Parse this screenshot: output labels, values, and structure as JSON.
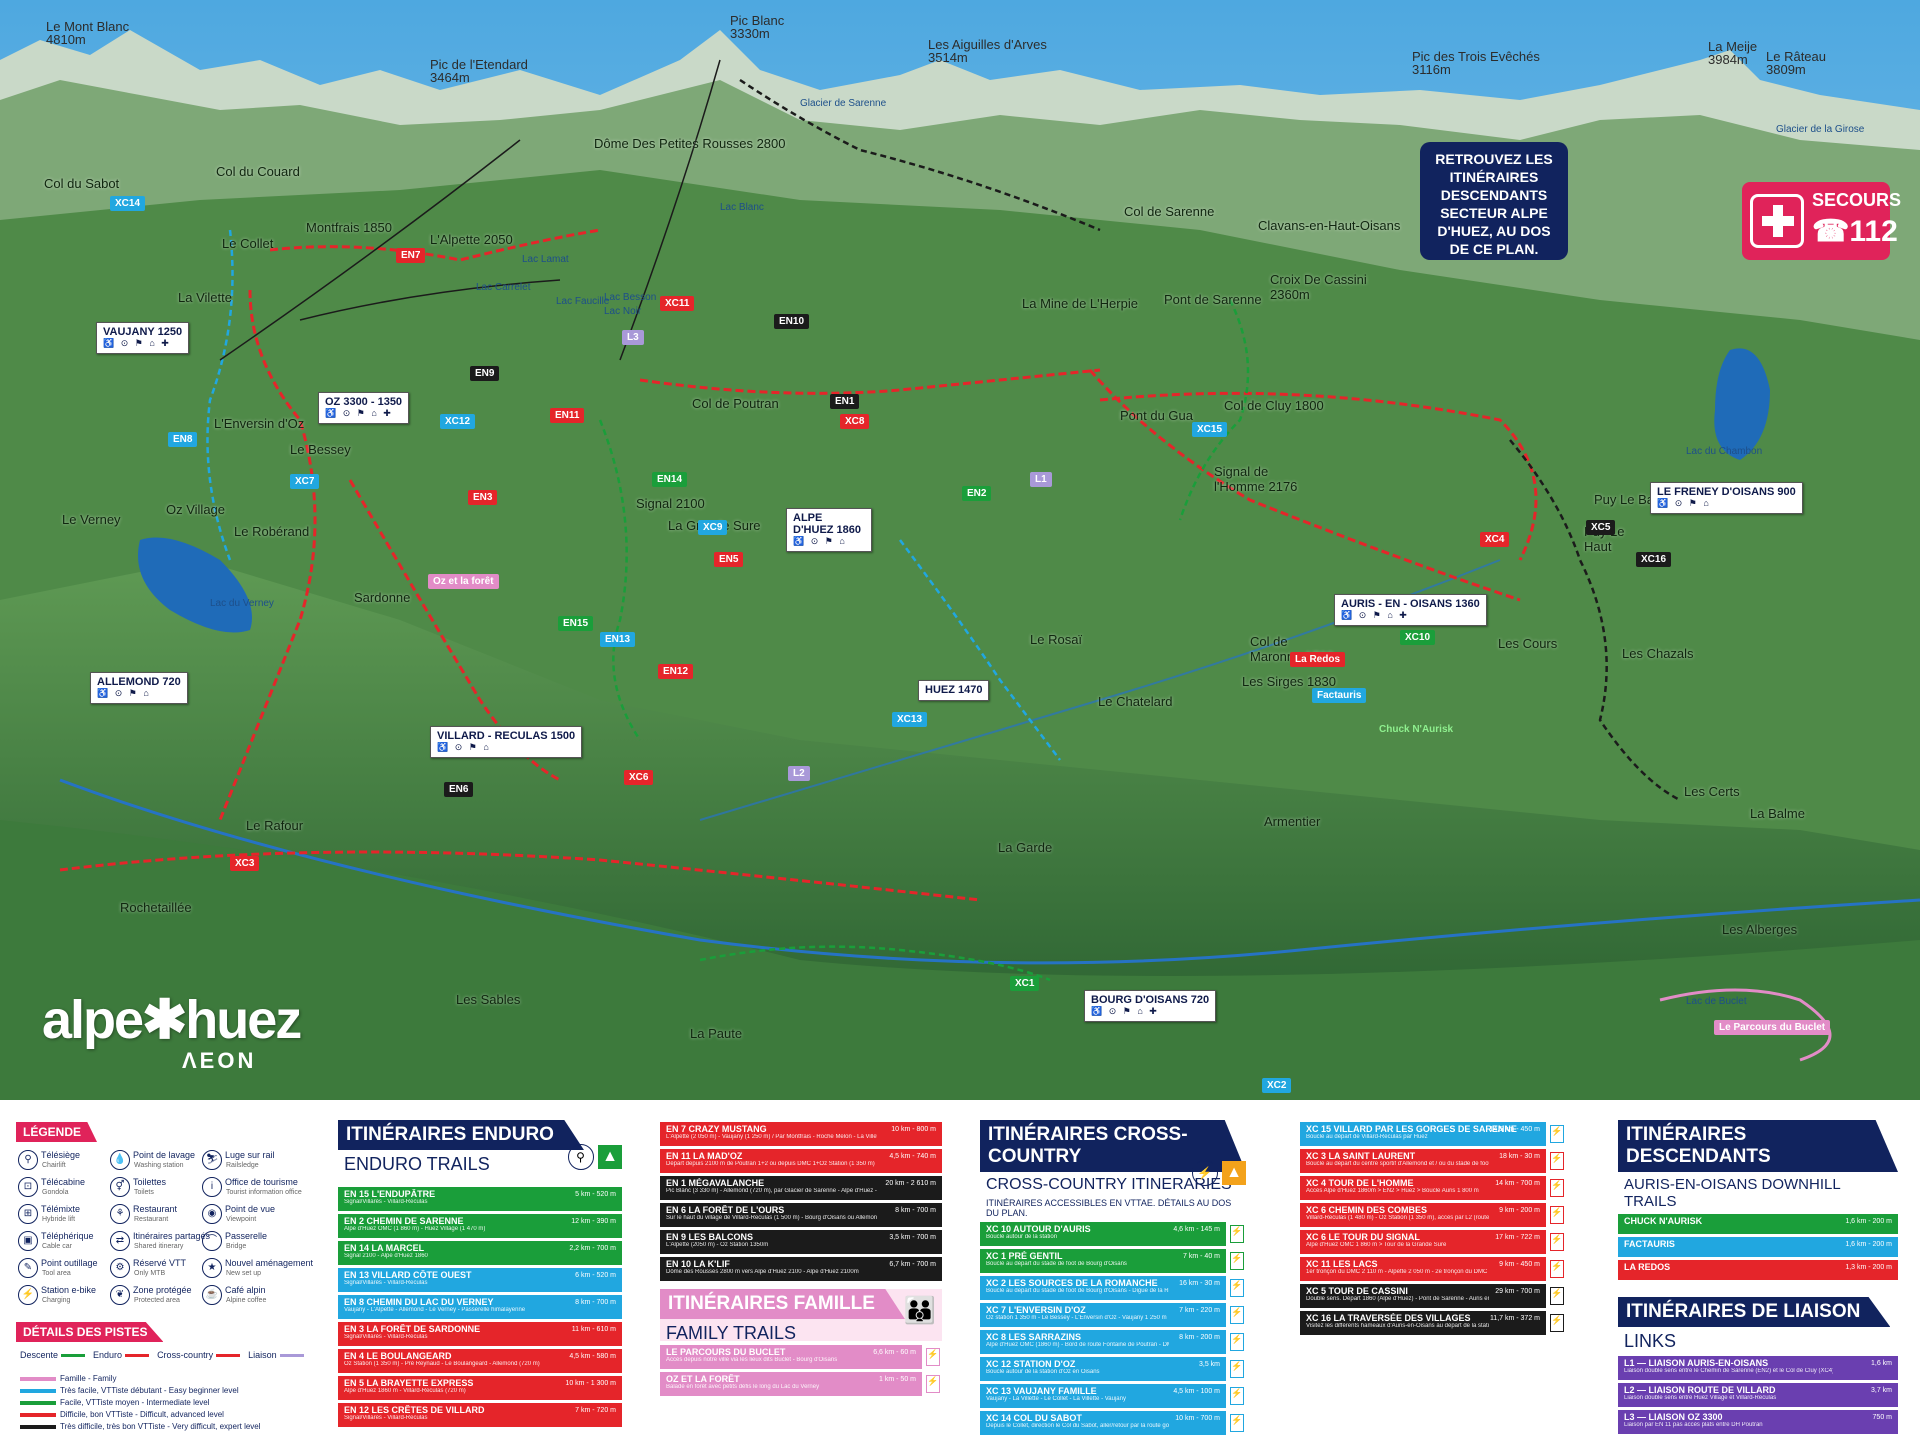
{
  "colors": {
    "navy": "#11235e",
    "green": "#1a9e3a",
    "red": "#e5252a",
    "blue": "#21a7e0",
    "black": "#1b1b1b",
    "pink": "#e28cc7",
    "purple": "#6a3fb0",
    "sos": "#e0235a"
  },
  "peaks": [
    {
      "name": "Le Mont Blanc",
      "alt": "4810m"
    },
    {
      "name": "Pic de l'Etendard",
      "alt": "3464m"
    },
    {
      "name": "Pic Blanc",
      "alt": "3330m"
    },
    {
      "name": "Les Aiguilles d'Arves",
      "alt": "3514m"
    },
    {
      "name": "Pic des Trois Evêchés",
      "alt": "3116m"
    },
    {
      "name": "La Meije",
      "alt": "3984m"
    },
    {
      "name": "Le Râteau",
      "alt": "3809m"
    }
  ],
  "places": [
    "Col du Sabot",
    "Col du Couard",
    "Le Collet",
    "Montfrais 1850",
    "L'Alpette 2050",
    "Dôme Des Petites Rousses 2800",
    "La Vilette",
    "Col de Sarenne",
    "Clavans-en-Haut-Oisans",
    "Croix De Cassini 2360m",
    "Pont de Sarenne",
    "La Mine de L'Herpie",
    "Col de Poutran",
    "L'Enversin d'Oz",
    "Le Bessey",
    "Oz Village",
    "Le Verney",
    "Le Robérand",
    "Signal 2100",
    "La Grande Sure",
    "Pont du Gua",
    "Col de Cluy 1800",
    "Signal de l'Homme 2176",
    "Puy Le Bas",
    "Puy Le Haut",
    "Sardonne",
    "Le Rosaï",
    "Le Chatelard",
    "Col de Maronne 1700",
    "Les Sirges 1830",
    "Les Cours",
    "Les Chazals",
    "Les Certs",
    "La Balme",
    "Le Rafour",
    "La Garde",
    "Armentier",
    "Rochetaillée",
    "Les Sables",
    "La Paute",
    "Les Alberges"
  ],
  "water": [
    "Glacier de Sarenne",
    "Glacier de la Girose",
    "Lac Blanc",
    "Lac Carrelet",
    "Lac Lamat",
    "Lac Faucille",
    "Lac Besson",
    "Lac Noir",
    "Lac du Verney",
    "Lac du Chambon",
    "Lac de Buclet"
  ],
  "stations": [
    {
      "name": "VAUJANY 1250",
      "icons": "♿ ⊙ ⚑ ⌂ ✚"
    },
    {
      "name": "OZ 3300 - 1350",
      "icons": "♿ ⊙ ⚑ ⌂ ✚"
    },
    {
      "name": "ALPE D'HUEZ 1860",
      "icons": "♿ ⊙ ⚑ ⌂"
    },
    {
      "name": "ALLEMOND 720",
      "icons": "♿ ⊙ ⚑ ⌂"
    },
    {
      "name": "VILLARD - RECULAS 1500",
      "icons": "♿ ⊙ ⚑ ⌂"
    },
    {
      "name": "HUEZ 1470",
      "icons": ""
    },
    {
      "name": "AURIS - EN - OISANS 1360",
      "icons": "♿ ⊙ ⚑ ⌂ ✚"
    },
    {
      "name": "LE FRENEY D'OISANS 900",
      "icons": "♿ ⊙ ⚑ ⌂"
    },
    {
      "name": "BOURG D'OISANS 720",
      "icons": "♿ ⊙ ⚑ ⌂ ✚"
    }
  ],
  "trail_tags": [
    "EN7",
    "EN8",
    "EN9",
    "EN1",
    "EN2",
    "EN3",
    "EN5",
    "EN6",
    "EN10",
    "EN11",
    "EN12",
    "EN13",
    "EN14",
    "EN15",
    "XC1",
    "XC2",
    "XC3",
    "XC4",
    "XC5",
    "XC6",
    "XC7",
    "XC8",
    "XC9",
    "XC10",
    "XC11",
    "XC12",
    "XC13",
    "XC14",
    "XC15",
    "XC16",
    "L1",
    "L2",
    "L3"
  ],
  "pois": [
    "Oz et la forêt",
    "La Redos",
    "Factauris",
    "Chuck N'Aurisk",
    "Le Parcours du Buclet"
  ],
  "retrouvez": "RETROUVEZ LES ITINÉRAIRES DESCENDANTS SECTEUR ALPE D'HUEZ, AU DOS DE CE PLAN.",
  "secours": {
    "label": "SECOURS",
    "number": "112"
  },
  "logo": {
    "brand": "alpe✱huez",
    "partner": "ΛEON"
  },
  "legend": {
    "title": "LÉGENDE",
    "items": [
      {
        "fr": "Télésiège",
        "en": "Chairlift",
        "icon": "chairlift-icon",
        "glyph": "⚲"
      },
      {
        "fr": "Télécabine",
        "en": "Gondola",
        "icon": "gondola-icon",
        "glyph": "⊡"
      },
      {
        "fr": "Télémixte",
        "en": "Hybride lift",
        "icon": "hybrid-lift-icon",
        "glyph": "⊞"
      },
      {
        "fr": "Téléphérique",
        "en": "Cable car",
        "icon": "cablecar-icon",
        "glyph": "▣"
      },
      {
        "fr": "Point outillage",
        "en": "Tool area",
        "icon": "tools-icon",
        "glyph": "✎"
      },
      {
        "fr": "Station e-bike",
        "en": "Charging",
        "icon": "ebike-icon",
        "glyph": "⚡"
      },
      {
        "fr": "Point de lavage",
        "en": "Washing station",
        "icon": "wash-icon",
        "glyph": "💧"
      },
      {
        "fr": "Toilettes",
        "en": "Toilets",
        "icon": "toilets-icon",
        "glyph": "⚥"
      },
      {
        "fr": "Restaurant",
        "en": "Restaurant",
        "icon": "restaurant-icon",
        "glyph": "⚘"
      },
      {
        "fr": "Itinéraires partagés",
        "en": "Shared itinerary",
        "icon": "shared-icon",
        "glyph": "⇄"
      },
      {
        "fr": "Réservé VTT",
        "en": "Only MTB",
        "icon": "mtb-icon",
        "glyph": "⚙"
      },
      {
        "fr": "Zone protégée",
        "en": "Protected area",
        "icon": "protected-icon",
        "glyph": "❦"
      },
      {
        "fr": "Luge sur rail",
        "en": "Railsledge",
        "icon": "luge-icon",
        "glyph": "⛷"
      },
      {
        "fr": "Office de tourisme",
        "en": "Tourist information office",
        "icon": "info-icon",
        "glyph": "i"
      },
      {
        "fr": "Point de vue",
        "en": "Viewpoint",
        "icon": "viewpoint-icon",
        "glyph": "◉"
      },
      {
        "fr": "Passerelle",
        "en": "Bridge",
        "icon": "bridge-icon",
        "glyph": "⌒"
      },
      {
        "fr": "Nouvel aménagement",
        "en": "New set up",
        "icon": "new-icon",
        "glyph": "★"
      },
      {
        "fr": "Café alpin",
        "en": "Alpine coffee",
        "icon": "coffee-icon",
        "glyph": "☕"
      }
    ],
    "details_title": "DÉTAILS DES PISTES",
    "types": [
      {
        "label": "Descente",
        "color": "#1a9e3a"
      },
      {
        "label": "Enduro",
        "color": "#e5252a"
      },
      {
        "label": "Cross-country",
        "color": "#e5252a"
      },
      {
        "label": "Liaison",
        "color": "#a999d8"
      }
    ],
    "levels": [
      {
        "label": "Famille - Family",
        "color": "#e28cc7"
      },
      {
        "label": "Très facile, VTTiste débutant - Easy beginner level",
        "color": "#21a7e0"
      },
      {
        "label": "Facile, VTTiste moyen - Intermediate level",
        "color": "#1a9e3a"
      },
      {
        "label": "Difficile, bon VTTiste - Difficult, advanced level",
        "color": "#e5252a"
      },
      {
        "label": "Très difficile, très bon VTTiste - Very difficult, expert level",
        "color": "#1b1b1b"
      }
    ]
  },
  "enduro": {
    "title": "ITINÉRAIRES ENDURO",
    "subtitle": "ENDURO TRAILS",
    "rows": [
      {
        "t": "EN 15 L'ENDUPÂTRE",
        "d": "Signal/Villarés - Villard-Reculas",
        "s": "5 km - 520 m",
        "c": "#1a9e3a"
      },
      {
        "t": "EN 2 CHEMIN DE SARENNE",
        "d": "Alpe d'Huez OMC (1 860 m) - Huez Village (1 470 m)",
        "s": "12 km - 390 m",
        "c": "#1a9e3a"
      },
      {
        "t": "EN 14 LA MARCEL",
        "d": "Signal 2100 - Alpe d'Huez 1860",
        "s": "2,2 km - 700 m",
        "c": "#1a9e3a"
      },
      {
        "t": "EN 13 VILLARD CÔTE OUEST",
        "d": "Signal/Villarés - Villard-Reculas",
        "s": "6 km - 520 m",
        "c": "#21a7e0"
      },
      {
        "t": "EN 8 CHEMIN DU LAC DU VERNEY",
        "d": "Vaujany - L'Alpette - Allemond - Le Verney - Passerelle himalayenne",
        "s": "8 km - 700 m",
        "c": "#21a7e0"
      },
      {
        "t": "EN 3 LA FORÊT DE SARDONNE",
        "d": "Signal/Villarés - Villard-Reculas",
        "s": "11 km - 610 m",
        "c": "#e5252a"
      },
      {
        "t": "EN 4 LE BOULANGEARD",
        "d": "Oz Station (1 350 m) - Pré Reynaud - Le Boulangeard - Allemond (720 m)",
        "s": "4,5 km - 580 m",
        "c": "#e5252a"
      },
      {
        "t": "EN 5 LA BRAYETTE EXPRESS",
        "d": "Alpe d'Huez 1860 m - Villard-Reculas (720 m)",
        "s": "10 km - 1 300 m",
        "c": "#e5252a"
      },
      {
        "t": "EN 12 LES CRÊTES DE VILLARD",
        "d": "Signal/Villarés - Villard-Reculas",
        "s": "7 km - 720 m",
        "c": "#e5252a"
      }
    ]
  },
  "enduro2": {
    "rows": [
      {
        "t": "EN 7 CRAZY MUSTANG",
        "d": "L'Alpette (2 050 m) - Vaujany (1 250 m) / Par Montfrais - Roche Melon - La Villette",
        "s": "10 km - 800 m",
        "c": "#e5252a"
      },
      {
        "t": "EN 11 LA MAD'OZ",
        "d": "Départ depuis 2100 m de Poutran 1+2 ou depuis DMC 1+Oz Station (1 350 m)",
        "s": "4,5 km - 740 m",
        "c": "#e5252a"
      },
      {
        "t": "EN 1 MÉGAVALANCHE",
        "d": "Pic Blanc (3 330 m) - Allemond (720 m), par Glacier de Sarenne - Alpe d'Huez - Sardonne - Allemond",
        "s": "20 km - 2 610 m",
        "c": "#1b1b1b"
      },
      {
        "t": "EN 6 LA FORÊT DE L'OURS",
        "d": "Sur le haut du village de Villard-Reculas (1 500 m) - Bourg d'Oisans ou Allemond (720 m)",
        "s": "8 km - 700 m",
        "c": "#1b1b1b"
      },
      {
        "t": "EN 9 LES BALCONS",
        "d": "L'Alpette (2050 m) - Oz Station 1350m",
        "s": "3,5 km - 700 m",
        "c": "#1b1b1b"
      },
      {
        "t": "EN 10 LA K'LIF",
        "d": "Dôme des Rousses 2800 m vers Alpe d'Huez 2100 - Alpe d'Huez 2100m",
        "s": "6,7 km - 700 m",
        "c": "#1b1b1b"
      }
    ]
  },
  "family": {
    "title": "ITINÉRAIRES FAMILLE",
    "subtitle": "FAMILY TRAILS",
    "rows": [
      {
        "t": "LE PARCOURS DU BUCLET",
        "d": "Accès depuis notre ville via les lieux dits Buclet - Bourg d'Oisans",
        "s": "6,6 km - 60 m",
        "c": "#e28cc7"
      },
      {
        "t": "OZ ET LA FORÊT",
        "d": "Balade en forêt avec petits défis le long du Lac du Verney",
        "s": "1 km - 50 m",
        "c": "#e28cc7"
      }
    ]
  },
  "cross_country": {
    "title": "ITINÉRAIRES CROSS-COUNTRY",
    "subtitle": "CROSS-COUNTRY ITINERARIES",
    "note": "ITINÉRAIRES ACCESSIBLES EN VTTAE. DÉTAILS AU DOS DU PLAN.",
    "rows": [
      {
        "t": "XC 10 AUTOUR D'AURIS",
        "d": "Boucle autour de la station",
        "s": "4,6 km - 145 m",
        "c": "#1a9e3a"
      },
      {
        "t": "XC 1 PRÉ GENTIL",
        "d": "Boucle au départ du stade de foot de Bourg d'Oisans",
        "s": "7 km - 40 m",
        "c": "#1a9e3a"
      },
      {
        "t": "XC 2 LES SOURCES DE LA ROMANCHE",
        "d": "Boucle au départ du stade de foot de Bourg d'Oisans - Digue de la Romanche",
        "s": "16 km - 30 m",
        "c": "#21a7e0"
      },
      {
        "t": "XC 7 L'ENVERSIN D'OZ",
        "d": "Oz station 1 350 m - Le Bessey - L'Enversin d'Oz - Vaujany 1 250 m",
        "s": "7 km - 220 m",
        "c": "#21a7e0"
      },
      {
        "t": "XC 8 LES SARRAZINS",
        "d": "Alpe d'Huez OMC (1860 m) - Bord de route Fontaine de Poutran - DMC",
        "s": "8 km - 200 m",
        "c": "#21a7e0"
      },
      {
        "t": "XC 12 STATION D'OZ",
        "d": "Boucle autour de la station d'Oz en Oisans",
        "s": "3,5 km",
        "c": "#21a7e0"
      },
      {
        "t": "XC 13 VAUJANY FAMILLE",
        "d": "Vaujany - La Villette - Le Collet - La Villette - Vaujany",
        "s": "4,5 km - 100 m",
        "c": "#21a7e0"
      },
      {
        "t": "XC 14 COL DU SABOT",
        "d": "Depuis le Collet, direction le Col du Sabot, aller/retour par la route goudronnée",
        "s": "10 km - 700 m",
        "c": "#21a7e0"
      }
    ]
  },
  "cross_country2": {
    "rows": [
      {
        "t": "XC 15 VILLARD PAR LES GORGES DE SARENNE",
        "d": "Boucle au départ de Villard-Reculas par Huez",
        "s": "14,5 km - 450 m",
        "c": "#21a7e0"
      },
      {
        "t": "XC 3 LA SAINT LAURENT",
        "d": "Boucle au départ du centre sportif d'Allemond et / ou du stade de foot de Bourg d'Oisans",
        "s": "18 km - 30 m",
        "c": "#e5252a"
      },
      {
        "t": "XC 4 TOUR DE L'HOMME",
        "d": "Accès Alpe d'Huez 1860m > EN2 > Huez > Boucle Auris 1 800 m",
        "s": "14 km - 700 m",
        "c": "#e5252a"
      },
      {
        "t": "XC 6 CHEMIN DES COMBES",
        "d": "Villard-Reculas (1 480 m) - Oz Station (1 350 m), accès par L2 (route de Villard)",
        "s": "9 km - 200 m",
        "c": "#e5252a"
      },
      {
        "t": "XC 6 LE TOUR DU SIGNAL",
        "d": "Alpe d'Huez OMC 1 860 m > Tour de la Grande Sure",
        "s": "17 km - 722 m",
        "c": "#e5252a"
      },
      {
        "t": "XC 11 LES LACS",
        "d": "1er tronçon du DMC 2 110 m - Alpette 2 050 m - 2e tronçon du DMC 2 110 m, tracé en aller-retour",
        "s": "9 km - 450 m",
        "c": "#e5252a"
      },
      {
        "t": "XC 5 TOUR DE CASSINI",
        "d": "Double sens. Départ 1860 (Alpe d'Huez) - Pont de Sarenne - Auris en Oisans",
        "s": "29 km - 700 m",
        "c": "#1b1b1b"
      },
      {
        "t": "XC 16 LA TRAVERSÉE DES VILLAGES",
        "d": "Visitez les différents hameaux d'Auris-en-Oisans au départ de la station",
        "s": "11,7 km - 372 m",
        "c": "#1b1b1b"
      }
    ]
  },
  "downhill": {
    "title": "ITINÉRAIRES DESCENDANTS",
    "subtitle": "AURIS-EN-OISANS DOWNHILL TRAILS",
    "rows": [
      {
        "t": "CHUCK N'AURISK",
        "s": "1,6 km - 200 m",
        "c": "#1a9e3a"
      },
      {
        "t": "FACTAURIS",
        "s": "1,6 km - 200 m",
        "c": "#21a7e0"
      },
      {
        "t": "LA REDOS",
        "s": "1,3 km - 200 m",
        "c": "#e5252a"
      }
    ]
  },
  "liaison": {
    "title": "ITINÉRAIRES DE LIAISON",
    "subtitle": "LINKS",
    "rows": [
      {
        "t": "L1 — LIAISON AURIS-EN-OISANS",
        "d": "Liaison double sens entre le Chemin de Sarenne (EN2) et le Col de Cluy (XC4)",
        "s": "1,6 km",
        "c": "#6a3fb0"
      },
      {
        "t": "L2 — LIAISON ROUTE DE VILLARD",
        "d": "Liaison double sens entre Huez Village et Villard-Reculas",
        "s": "3,7 km",
        "c": "#6a3fb0"
      },
      {
        "t": "L3 — LIAISON OZ 3300",
        "d": "Liaison par EN 11 pas accès plats entre DH Poutran",
        "s": "750 m",
        "c": "#6a3fb0"
      }
    ]
  }
}
